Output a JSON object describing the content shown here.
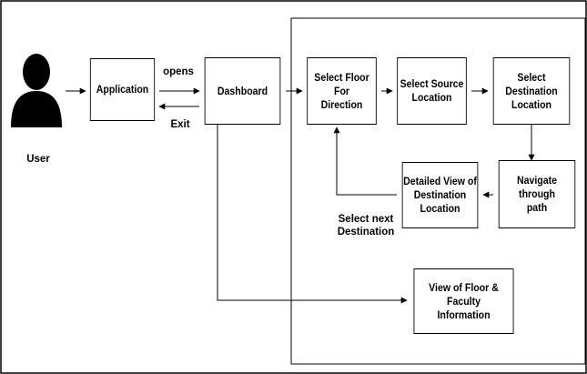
{
  "actor": {
    "label": "User"
  },
  "nodes": {
    "application": "Application",
    "dashboard": "Dashboard",
    "select_floor": "Select Floor For\nDirection",
    "select_source": "Select Source\nLocation",
    "select_destination": "Select\nDestination\nLocation",
    "navigate": "Navigate through\npath",
    "detailed_view": "Detailed View of\nDestination\nLocation",
    "floor_info": "View of Floor & Faculty\nInformation"
  },
  "edge_labels": {
    "opens": "opens",
    "exit": "Exit",
    "select_next": "Select next\nDestination"
  }
}
